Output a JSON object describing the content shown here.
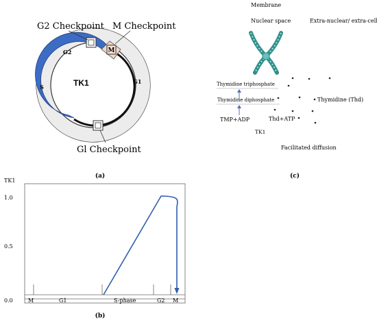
{
  "panel_a": {
    "label": "(a)",
    "callouts": {
      "g2_checkpoint": "G2 Checkpoint",
      "m_checkpoint": "M Checkpoint",
      "g1_checkpoint": "Gl Checkpoint"
    },
    "phases": {
      "g2": "G2",
      "m": "M",
      "s": "S",
      "g1": "G1"
    },
    "arc_label": "TK1",
    "colors": {
      "ring": "#ececec",
      "arc": "#3d6cc4",
      "m_box": "#f2d6c6"
    }
  },
  "panel_c": {
    "label": "(c)",
    "membrane": "Membrane",
    "nuclear_space": "Nuclear space",
    "extra_nuclear": "Extra-nuclear/ extra-cellular space",
    "thymidine_triphosphate": "Thymidine triphosphate",
    "thymidine_diphosphate": "Thymidine diphosphate",
    "tmp_adp": "TMP+ADP",
    "thd_atp": "Thd+ATP",
    "thymidine": "Thymidine (Thd)",
    "tk1": "TK1",
    "facilitated_diffusion": "Facilitated diffusion",
    "colors": {
      "arrow": "#4a6fb8",
      "dna": "#2f8f8a"
    }
  },
  "panel_b": {
    "label": "(b)",
    "y_title": "TK1",
    "y_ticks": [
      "1.0",
      "0.5",
      "0.0"
    ],
    "phase_labels": [
      "M",
      "G1",
      "S-phase",
      "G2",
      "M"
    ],
    "colors": {
      "line": "#2f5db0"
    }
  }
}
